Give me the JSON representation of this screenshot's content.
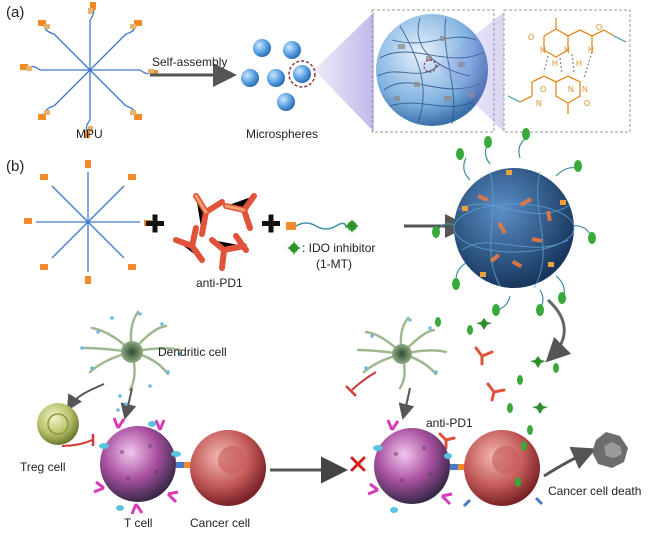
{
  "panel_a": {
    "tag": "(a)",
    "mpu_label": "MPU",
    "arrow_label": "Self-assembly",
    "microspheres_label": "Microspheres",
    "molecule_atoms": {
      "n": "N",
      "h": "H",
      "o": "O"
    }
  },
  "panel_b": {
    "tag": "(b)",
    "antibody_label": "anti-PD1",
    "ido_label_line1": ": IDO inhibitor",
    "ido_label_line2": "(1-MT)",
    "dendritic_label": "Dendritic cell",
    "treg_label": "Treg cell",
    "tcell_label": "T cell",
    "cancer_label": "Cancer cell",
    "antipd1_right_label": "anti-PD1",
    "death_label": "Cancer cell death"
  },
  "colors": {
    "blue_arm": "#3f78c8",
    "orange_end": "#f08a2a",
    "tan_end": "#e8b36a",
    "sphere_blue": "#5aa4e6",
    "antibody_red": "#e0533a",
    "ido_green": "#3aa83a",
    "tcell_purple": "#b05aa8",
    "cancer_red": "#b8484a",
    "dendritic_green": "#6f8f5a",
    "treg_green": "#a8b85a"
  }
}
